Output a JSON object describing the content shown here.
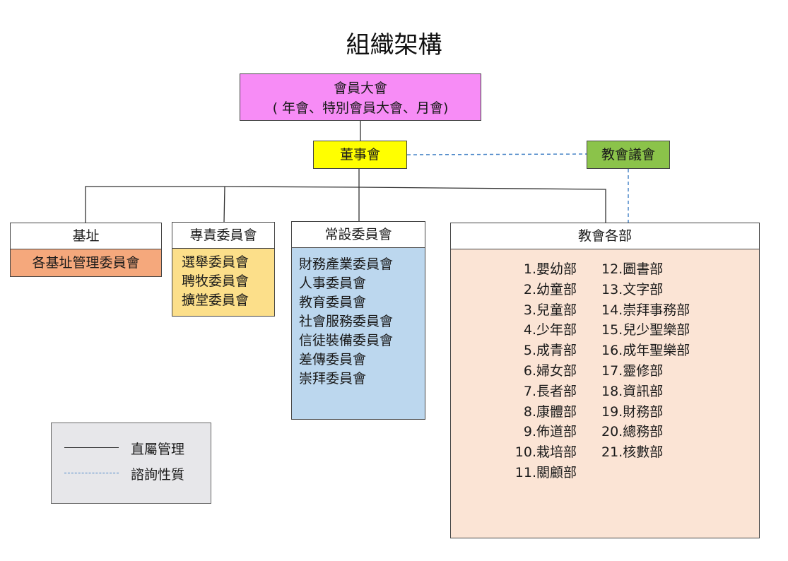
{
  "title": "組織架構",
  "assembly": {
    "line1": "會員大會",
    "line2": "( 年會、特別會員大會、月會)"
  },
  "board": "董事會",
  "church_council": "教會議會",
  "site": {
    "label": "基址",
    "sub": "各基址管理委員會"
  },
  "special_committees": {
    "label": "專責委員會",
    "items": [
      "選舉委員會",
      "聘牧委員會",
      "擴堂委員會"
    ]
  },
  "standing_committees": {
    "label": "常設委員會",
    "items": [
      "財務產業委員會",
      "人事委員會",
      "教育委員會",
      "社會服務委員會",
      "信徒裝備委員會",
      "差傳委員會",
      "崇拜委員會"
    ]
  },
  "departments": {
    "label": "教會各部",
    "col1": [
      "1.嬰幼部",
      "2.幼童部",
      "3.兒童部",
      "4.少年部",
      "5.成青部",
      "6.婦女部",
      "7.長者部",
      "8.康體部",
      "9.佈道部",
      "10.栽培部",
      "11.關顧部"
    ],
    "col2": [
      "12.圖書部",
      "13.文字部",
      "14.崇拜事務部",
      "15.兒少聖樂部",
      "16.成年聖樂部",
      "17.靈修部",
      "18.資訊部",
      "19.財務部",
      "20.總務部",
      "21.核數部"
    ]
  },
  "legend": {
    "direct": "直屬管理",
    "advisory": "諮詢性質"
  },
  "colors": {
    "assembly": "#f78cf6",
    "board": "#ffff00",
    "council": "#8bc34a",
    "site_sub": "#f5a87c",
    "special_sub": "#fcdf8a",
    "standing_sub": "#bcd7ee",
    "departments": "#fbe4d5",
    "legend_bg": "#e7e7ea",
    "advisory_line": "#4a86c8"
  }
}
